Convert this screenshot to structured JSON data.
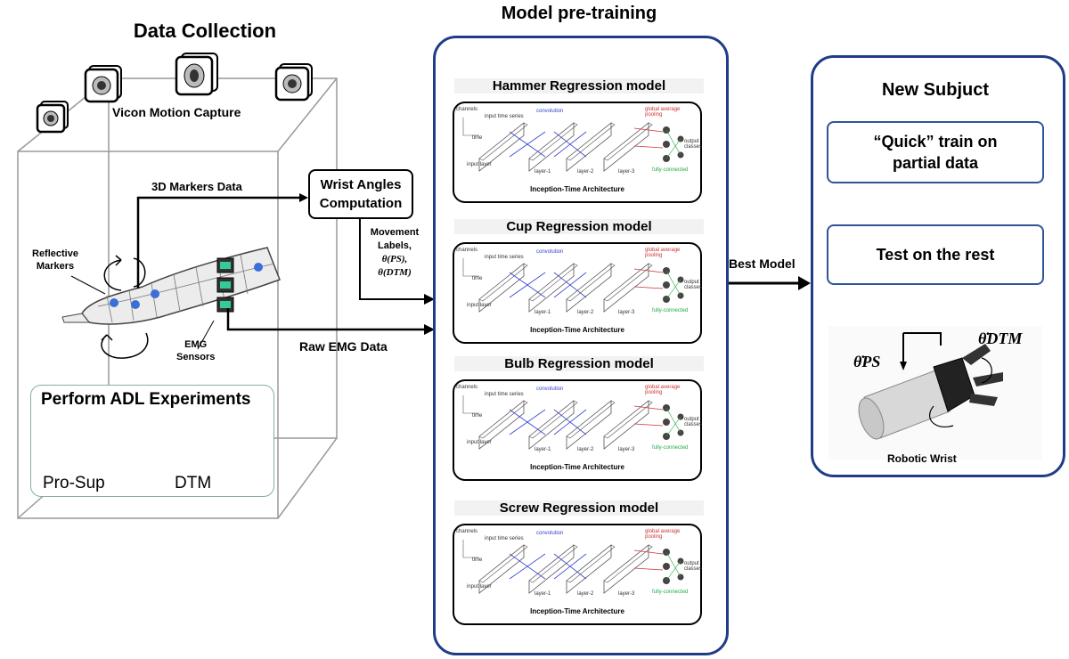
{
  "data_collection": {
    "title": "Data Collection",
    "vicon_label": "Vicon Motion Capture",
    "markers_data_label": "3D Markers Data",
    "reflective_markers_label": [
      "Reflective",
      "Markers"
    ],
    "emg_sensors_label": [
      "EMG",
      "Sensors"
    ],
    "raw_emg_label": "Raw EMG Data",
    "wrist_angles_box": [
      "Wrist Angles",
      "Computation"
    ],
    "movement_labels": [
      "Movement",
      "Labels,"
    ],
    "theta_ps": "θ(PS),",
    "theta_dtm": "θ(DTM)",
    "adl": {
      "title": "Perform ADL Experiments",
      "pro_sup": "Pro-Sup",
      "dtm": "DTM"
    }
  },
  "pretraining": {
    "title": "Model pre-training",
    "models": [
      {
        "title": "Hammer Regression model"
      },
      {
        "title": "Cup Regression model"
      },
      {
        "title": "Bulb Regression model"
      },
      {
        "title": "Screw Regression model"
      }
    ],
    "arch_caption": "Inception-Time Architecture",
    "arch_labels": {
      "channels": "channels",
      "time": "time",
      "input_series": "input time series",
      "convolution": "convolution",
      "input_layer": "input layer",
      "layer1": "layer-1",
      "layer2": "layer-2",
      "layer3": "layer-3",
      "gap": "global average pooling",
      "output": "output classes",
      "fully": "fully-connected"
    }
  },
  "best_model_label": "Best Model",
  "new_subject": {
    "title": "New Subjuct",
    "quick_train": [
      "“Quick” train on",
      "partial data"
    ],
    "test_rest": "Test on the rest",
    "theta_ps": "θ̇PS",
    "theta_dtm": "θ̇DTM",
    "robotic_wrist": "Robotic Wrist"
  },
  "colors": {
    "panel_border": "#1f3c88",
    "flow_box_border": "#2f5597",
    "marker_blue": "#3a6fd8",
    "conv_blue": "#3344cc",
    "gap_red": "#cc3333",
    "fc_green": "#22aa44"
  }
}
